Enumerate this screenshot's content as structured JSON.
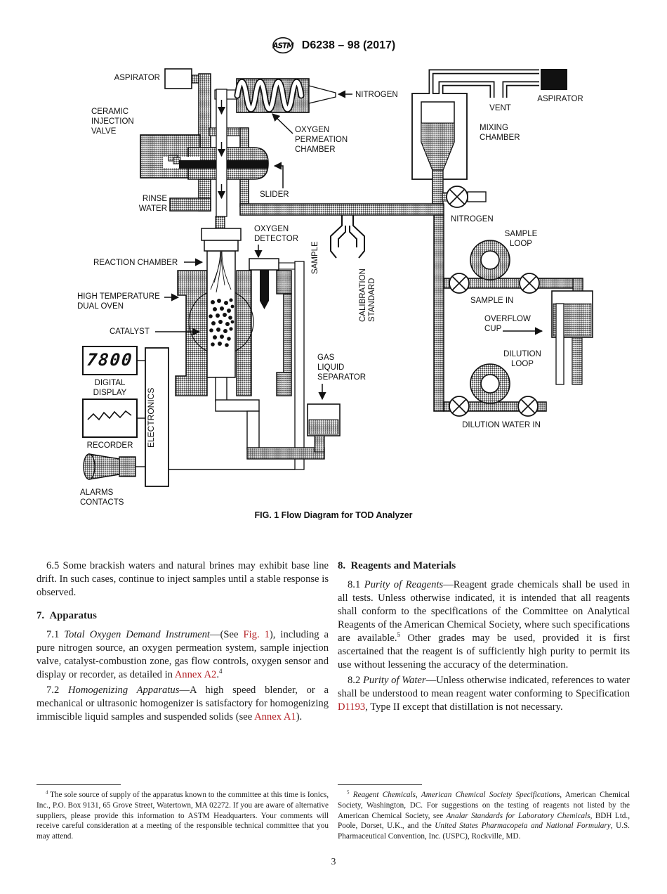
{
  "header": {
    "logo": "ASTM",
    "code": "D6238 – 98 (2017)"
  },
  "figure": {
    "caption": "FIG. 1 Flow Diagram for TOD Analyzer",
    "display_value": "7800",
    "labels": {
      "aspirator_left": "ASPIRATOR",
      "ceramic_injection_valve": "CERAMIC\nINJECTION\nVALVE",
      "nitrogen_top": "NITROGEN",
      "oxygen_permeation_chamber": "OXYGEN\nPERMEATION\nCHAMBER",
      "rinse_water": "RINSE\nWATER",
      "slider": "SLIDER",
      "vent": "VENT",
      "aspirator_right": "ASPIRATOR",
      "mixing_chamber": "MIXING\nCHAMBER",
      "nitrogen_valve": "NITROGEN",
      "sample_loop": "SAMPLE\nLOOP",
      "sample_in": "SAMPLE IN",
      "overflow_cup": "OVERFLOW\nCUP",
      "dilution_loop": "DILUTION\nLOOP",
      "dilution_water_in": "DILUTION WATER IN",
      "oxygen_detector": "OXYGEN\nDETECTOR",
      "sample_funnel": "SAMPLE",
      "calibration_standard": "CALIBRATION\nSTANDARD",
      "reaction_chamber": "REACTION CHAMBER",
      "high_temperature_dual_oven": "HIGH TEMPERATURE\nDUAL OVEN",
      "catalyst": "CATALYST",
      "digital_display": "DIGITAL\nDISPLAY",
      "electronics": "ELECTRONICS",
      "recorder": "RECORDER",
      "alarms_contacts": "ALARMS\nCONTACTS",
      "gas_liquid_separator": "GAS\nLIQUID\nSEPARATOR"
    }
  },
  "body": {
    "s6_5": "6.5 Some brackish waters and natural brines may exhibit base line drift. In such cases, continue to inject samples until a stable response is observed.",
    "h7": "7. Apparatus",
    "s7_1": {
      "num": "7.1 ",
      "title": "Total Oxygen Demand Instrument",
      "pre_link": "—(See ",
      "link_fig": "Fig. 1",
      "mid": "), including a pure nitrogen source, an oxygen permeation system, sample injection valve, catalyst-combustion zone, gas flow controls, oxygen sensor and display or recorder, as detailed in ",
      "link_annex": "Annex A2",
      "end": ".",
      "footref": "4"
    },
    "s7_2": {
      "num": "7.2 ",
      "title": "Homogenizing Apparatus",
      "mid": "—A high speed blender, or a mechanical or ultrasonic homogenizer is satisfactory for homogenizing immiscible liquid samples and suspended solids (see ",
      "link_annex": "Annex A1",
      "end": ")."
    },
    "h8": "8. Reagents and Materials",
    "s8_1": {
      "num": "8.1 ",
      "title": "Purity of Reagents",
      "part1": "—Reagent grade chemicals shall be used in all tests. Unless otherwise indicated, it is intended that all reagents shall conform to the specifications of the Committee on Analytical Reagents of the American Chemical Society, where such specifications are available.",
      "footref": "5",
      "part2": " Other grades may be used, provided it is first ascertained that the reagent is of sufficiently high purity to permit its use without lessening the accuracy of the determination."
    },
    "s8_2": {
      "num": "8.2 ",
      "title": "Purity of Water",
      "part1": "—Unless otherwise indicated, references to water shall be understood to mean reagent water conforming to Specification ",
      "link_spec": "D1193",
      "part2": ", Type II except that distillation is not necessary."
    }
  },
  "footnotes": {
    "fn4": {
      "ref": "4",
      "text": " The sole source of supply of the apparatus known to the committee at this time is Ionics, Inc., P.O. Box 9131, 65 Grove Street, Watertown, MA 02272. If you are aware of alternative suppliers, please provide this information to ASTM Headquarters. Your comments will receive careful consideration at a meeting of the responsible technical committee that you may attend."
    },
    "fn5": {
      "ref": "5",
      "i1": " Reagent Chemicals, American Chemical Society Specifications",
      "t1": ", American Chemical Society, Washington, DC. For suggestions on the testing of reagents not listed by the American Chemical Society, see ",
      "i2": "Analar Standards for Laboratory Chemicals",
      "t2": ", BDH Ltd., Poole, Dorset, U.K., and the ",
      "i3": "United States Pharmacopeia and National Formulary",
      "t3": ", U.S. Pharmaceutical Convention, Inc. (USPC), Rockville, MD."
    }
  },
  "page_number": "3",
  "colors": {
    "link": "#b32025"
  }
}
